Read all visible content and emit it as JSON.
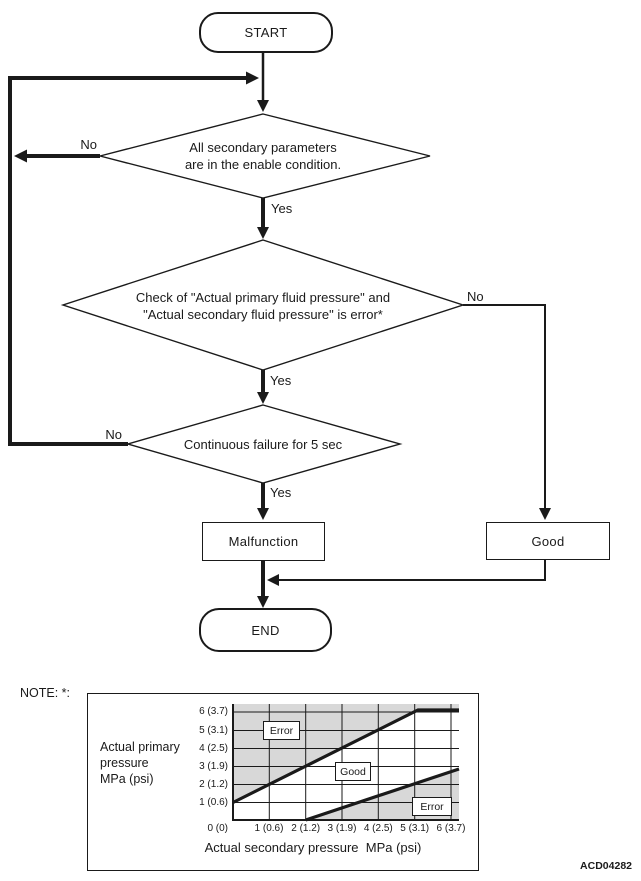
{
  "flowchart": {
    "start": "START",
    "end": "END",
    "yes": "Yes",
    "no": "No",
    "decision1": {
      "line1": "All secondary parameters",
      "line2": "are in the enable condition."
    },
    "decision2": {
      "line1": "Check of \"Actual primary fluid pressure\" and",
      "line2": "\"Actual secondary fluid pressure\" is error*"
    },
    "decision3": {
      "line1": "Continuous failure for 5 sec"
    },
    "malfunction": "Malfunction",
    "good": "Good"
  },
  "note_label": "NOTE: *:",
  "figure_code": "ACD04282",
  "chart_data": {
    "type": "area",
    "xlabel": "Actual secondary pressure  MPa (psi)",
    "ylabel_lines": [
      "Actual primary",
      "pressure",
      "MPa (psi)"
    ],
    "x_ticks": [
      "0 (0)",
      "1 (0.6)",
      "2 (1.2)",
      "3 (1.9)",
      "4 (2.5)",
      "5 (3.1)",
      "6 (3.7)"
    ],
    "y_ticks": [
      "6 (3.7)",
      "5 (3.1)",
      "4 (2.5)",
      "3 (1.9)",
      "2 (1.2)",
      "1 (0.6)"
    ],
    "xlim": [
      0,
      6.3
    ],
    "ylim": [
      0,
      6.3
    ],
    "grid": true,
    "units": "MPa (psi)",
    "region_labels": [
      {
        "label": "Error",
        "position": "upper-left",
        "at_mpa": [
          1.6,
          5.3
        ]
      },
      {
        "label": "Good",
        "position": "center",
        "at_mpa": [
          3.4,
          3.1
        ]
      },
      {
        "label": "Error",
        "position": "lower-right",
        "at_mpa": [
          5.5,
          0.9
        ]
      }
    ],
    "boundary_lines": [
      {
        "name": "upper-error-boundary",
        "points_mpa": [
          [
            0,
            1
          ],
          [
            5.1,
            6.1
          ],
          [
            6.3,
            6.1
          ]
        ]
      },
      {
        "name": "lower-error-boundary",
        "points_mpa": [
          [
            2,
            0
          ],
          [
            6.3,
            2.85
          ]
        ]
      }
    ],
    "shaded_regions": [
      {
        "label": "Error",
        "where": "above upper-error-boundary"
      },
      {
        "label": "Good",
        "where": "between boundary lines",
        "shaded": false
      },
      {
        "label": "Error",
        "where": "below lower-error-boundary"
      }
    ],
    "shaded_color": "#d8d8d8"
  }
}
